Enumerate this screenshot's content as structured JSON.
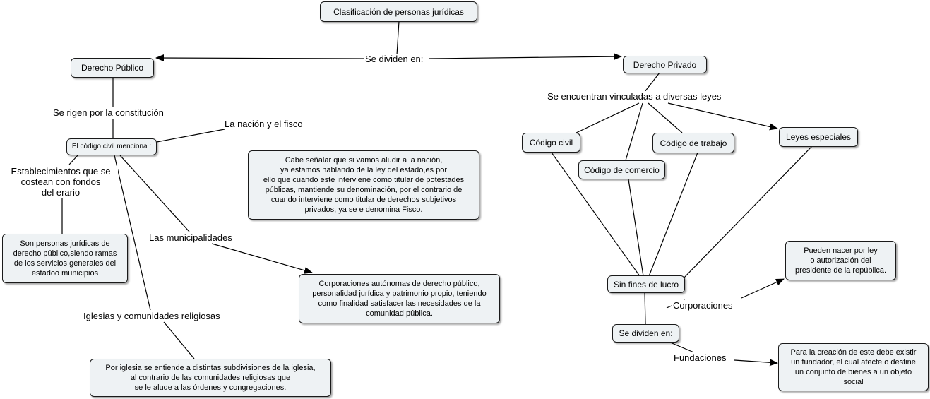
{
  "concepts": {
    "root": "Clasificación de personas jurídicas",
    "publico": "Derecho Público",
    "privado": "Derecho Privado",
    "codigo_menciona": "El código civil menciona :",
    "nacion_desc": "Cabe señalar que si vamos aludir a la nación,\nya estamos hablando de la ley del estado,es por\nello que cuando este interviene como titular de potestades\npúblicas, mantiende su denominación, por el contrario de\ncuando interviene como titular de derechos subjetivos\nprivados, ya se e denomina Fisco.",
    "establecimientos_desc": "Son personas jurídicas de\nderecho público,siendo ramas\nde los servicios generales del\nestadoo municipios",
    "municipalidades_desc": "Corporaciones autónomas de derecho público,\npersonalidad jurídica y patrimonio propio, teniendo\ncomo finalidad satisfacer las necesidades de la\ncomunidad pública.",
    "iglesias_desc": "Por iglesia se entiende a distintas subdivisiones de la iglesia,\nal contrario de las comunidades religiosas que\nse le alude a las órdenes y congregaciones.",
    "codigo_civil": "Código civil",
    "codigo_comercio": "Código de comercio",
    "codigo_trabajo": "Código de trabajo",
    "leyes_especiales": "Leyes especiales",
    "sin_fines": "Sin fines de lucro",
    "se_dividen_2": "Se dividen en:",
    "corporaciones_desc": "Pueden nacer por ley\no autorización del\npresidente de la república.",
    "fundaciones_desc": "Para la creación de este debe existir\nun fundador, el cual afecte o destine\nun conjunto de bienes a un objeto\nsocial"
  },
  "linking_phrases": {
    "se_dividen": "Se dividen en:",
    "se_rigen": "Se rigen por la constitución",
    "nacion_fisco": "La nación y el fisco",
    "establecimientos": "Establecimientos que se\ncostean con fondos\ndel erario",
    "municipalidades": "Las municipalidades",
    "iglesias": "Iglesias y comunidades religiosas",
    "vinculadas": "Se encuentran vinculadas a diversas leyes",
    "corporaciones": "Corporaciones",
    "fundaciones": "Fundaciones"
  },
  "colors": {
    "node_fill": "#eef2f4",
    "node_border": "#1a1a1a",
    "line": "#000000"
  }
}
